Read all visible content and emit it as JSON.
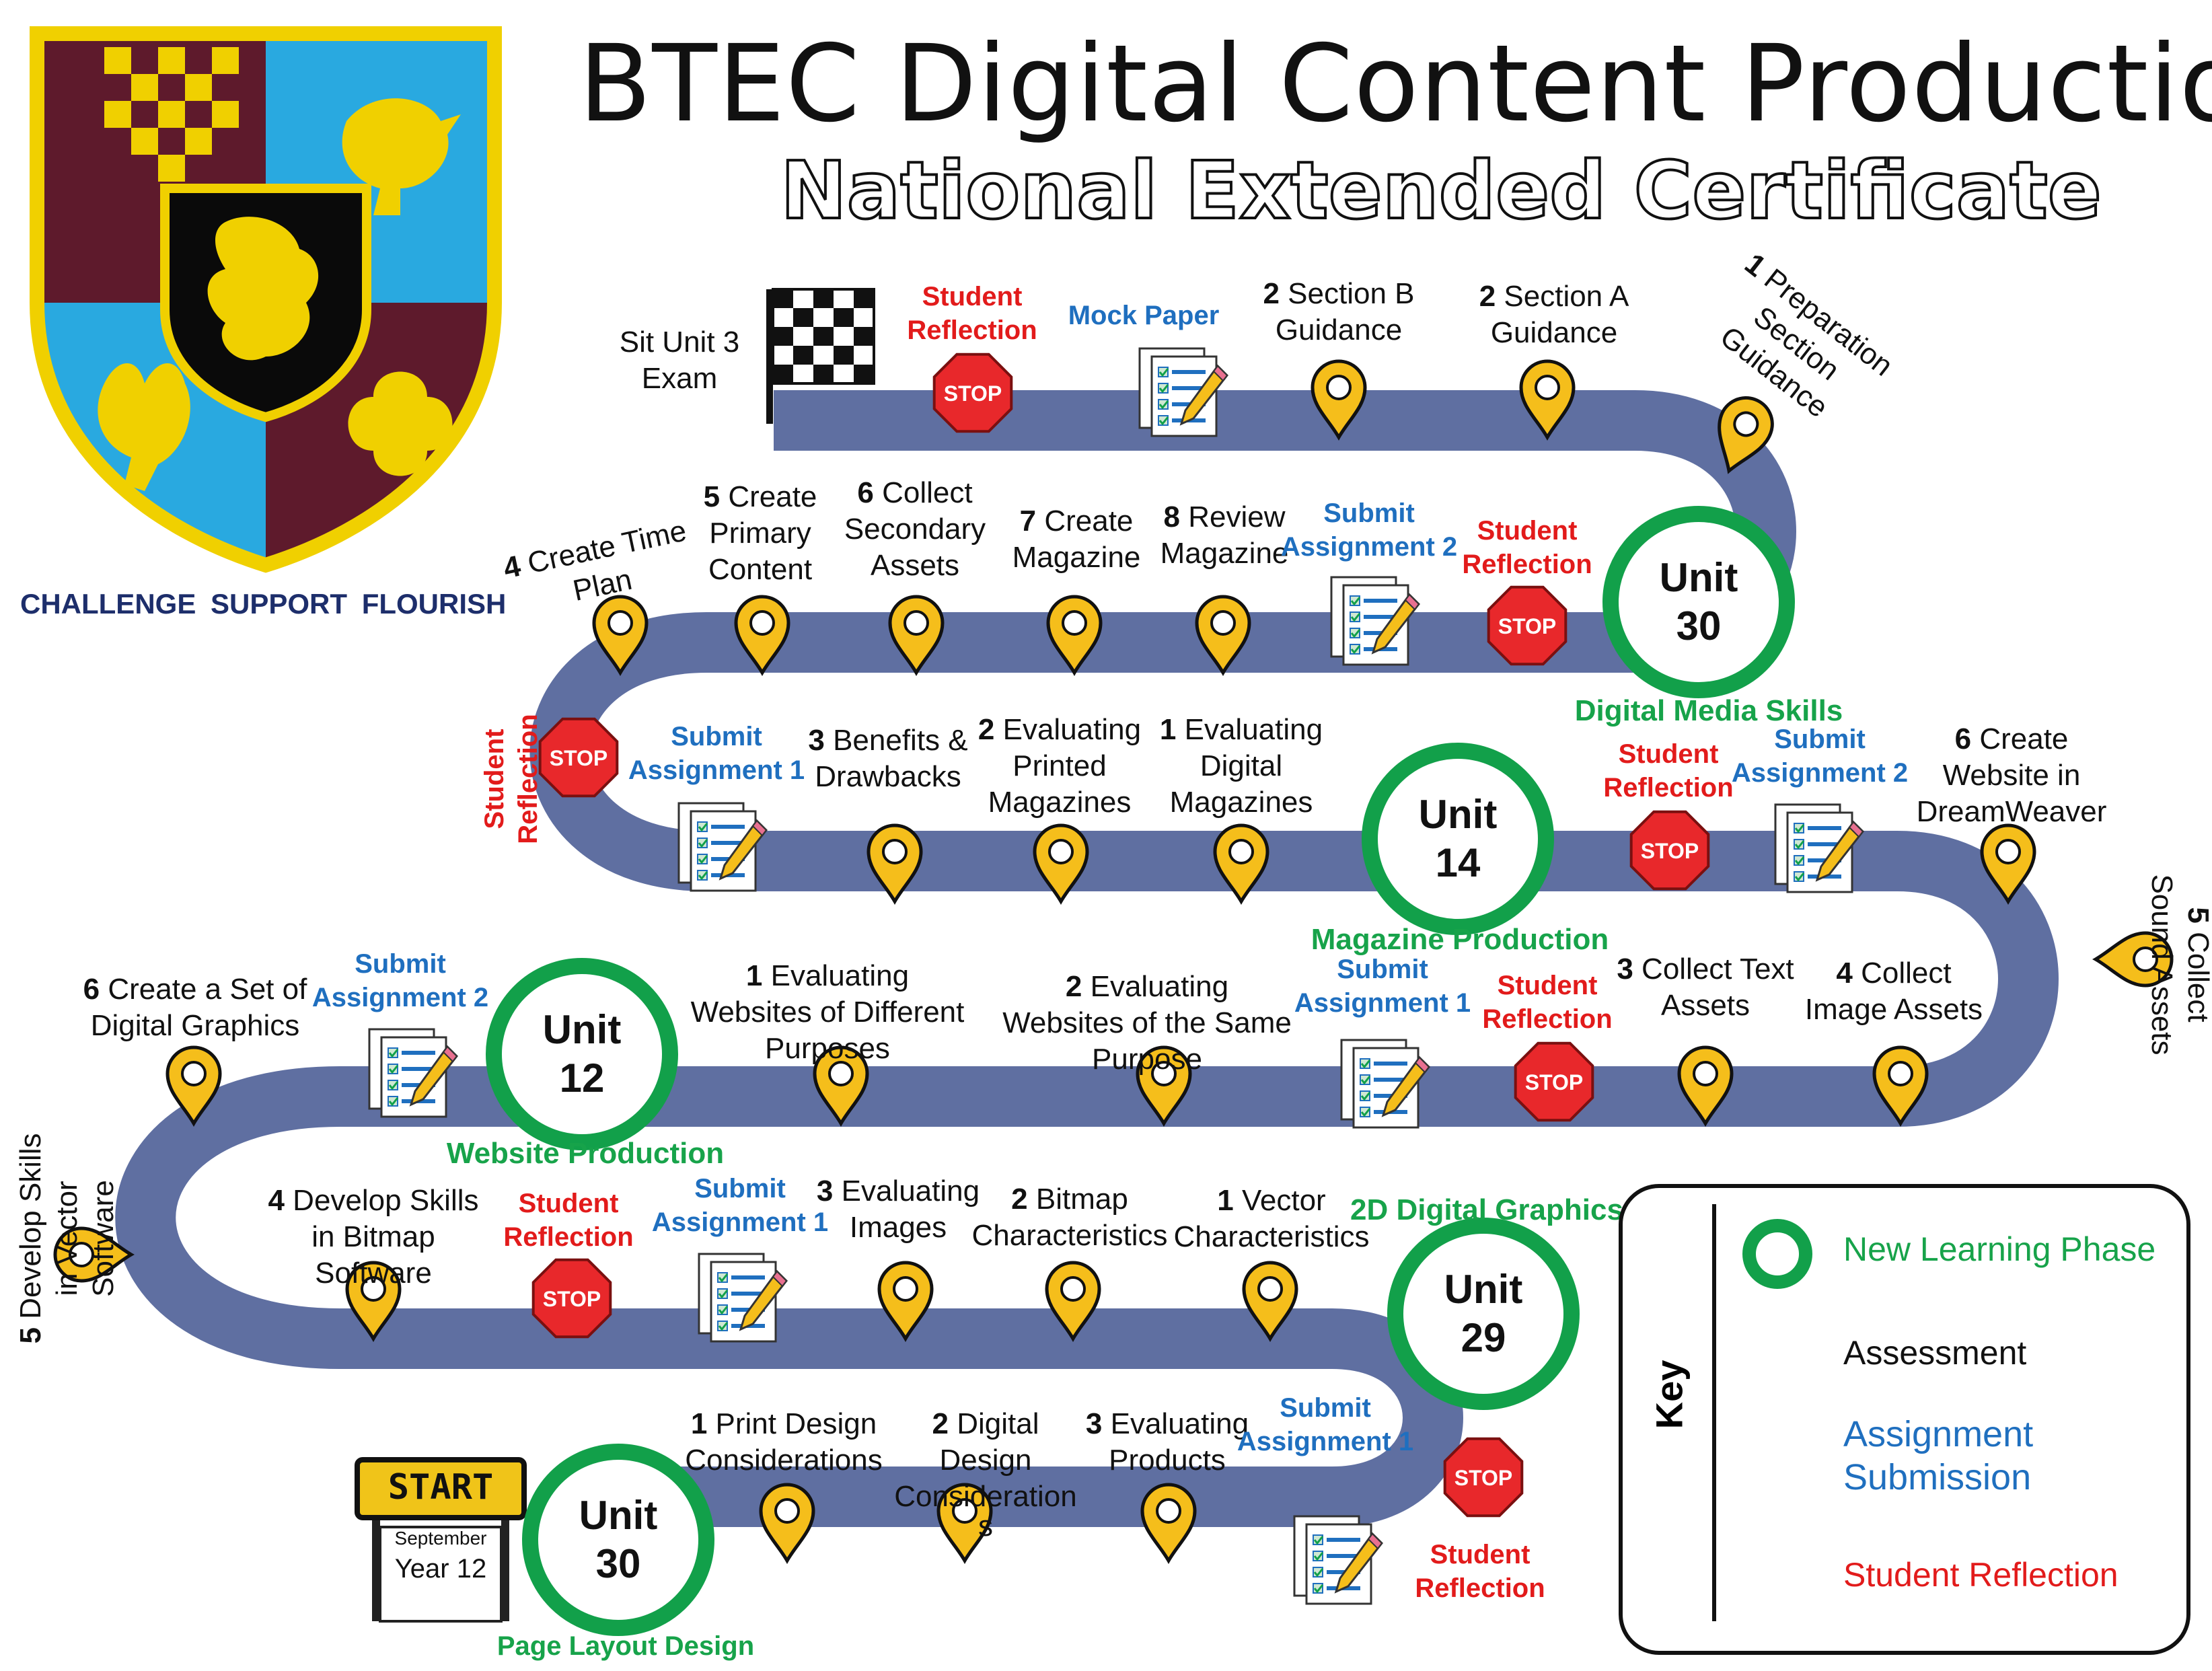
{
  "title": "BTEC Digital Content Production",
  "subtitle": "National Extended Certificate",
  "motto": "CHALLENGE  SUPPORT  FLOURISH",
  "colors": {
    "road": "#5f6fa1",
    "road_edge": "#ffffff",
    "unit_ring": "#12a04a",
    "reflection": "#e21b1b",
    "submission": "#1f6fbf",
    "pin": "#f5be1b",
    "stop": "#e8282b"
  },
  "icons": [
    "shield-crest-icon",
    "checkered-flag-icon",
    "map-pin-icon",
    "stop-sign-icon",
    "checklist-pencil-icon",
    "start-sign-icon"
  ],
  "start": {
    "sign": "START",
    "month": "September",
    "year": "Year 12"
  },
  "finish": {
    "line1": "Sit Unit 3",
    "line2": "Exam"
  },
  "units": {
    "u30a": {
      "label": "Unit",
      "num": "30",
      "name": "Page Layout Design"
    },
    "u29": {
      "label": "Unit",
      "num": "29",
      "name": "2D Digital Graphics"
    },
    "u12": {
      "label": "Unit",
      "num": "12",
      "name": "Website Production"
    },
    "u14": {
      "label": "Unit",
      "num": "14",
      "name": "Magazine Production"
    },
    "u30b": {
      "label": "Unit",
      "num": "30",
      "name": "Digital Media Skills"
    }
  },
  "row1": {
    "t1": {
      "n": "1",
      "text1": " Print Design",
      "text2": "Considerations"
    },
    "t2": {
      "n": "2",
      "text1": " Digital",
      "text2": "Design",
      "text3": "Consideration",
      "text4": "s"
    },
    "t3": {
      "n": "3",
      "text1": " Evaluating",
      "text2": "Products"
    },
    "sub": {
      "l1": "Submit",
      "l2": "Assignment 1"
    },
    "refl": {
      "l1": "Student",
      "l2": "Reflection"
    }
  },
  "row2": {
    "t1": {
      "n": "1",
      "text1": " Vector",
      "text2": "Characteristics"
    },
    "t2": {
      "n": "2",
      "text1": " Bitmap",
      "text2": "Characteristics"
    },
    "t3": {
      "n": "3",
      "text1": " Evaluating",
      "text2": "Images"
    },
    "sub": {
      "l1": "Submit",
      "l2": "Assignment 1"
    },
    "refl": {
      "l1": "Student",
      "l2": "Reflection"
    },
    "t4": {
      "n": "4",
      "text1": " Develop Skills",
      "text2": "in Bitmap",
      "text3": "Software"
    },
    "t5": {
      "n": "5",
      "text1": " Develop Skills",
      "text2": "in Vector",
      "text3": "Software"
    }
  },
  "row3": {
    "t6": {
      "n": "6",
      "text1": " Create a Set of",
      "text2": "Digital Graphics"
    },
    "sub2": {
      "l1": "Submit",
      "l2": "Assignment 2"
    },
    "t1": {
      "n": "1",
      "text1": " Evaluating",
      "text2": "Websites of Different",
      "text3": "Purposes"
    },
    "t2": {
      "n": "2",
      "text1": " Evaluating",
      "text2": "Websites of the Same",
      "text3": "Purpose"
    },
    "sub1": {
      "l1": "Submit",
      "l2": "Assignment 1"
    },
    "refl": {
      "l1": "Student",
      "l2": "Reflection"
    },
    "t3": {
      "n": "3",
      "text1": " Collect Text",
      "text2": "Assets"
    },
    "t4": {
      "n": "4",
      "text1": " Collect",
      "text2": "Image Assets"
    },
    "t5": {
      "n": "5",
      "text1": " Collect",
      "text2": "Sound Assets"
    }
  },
  "row4": {
    "t6": {
      "n": "6",
      "text1": " Create",
      "text2": "Website in",
      "text3": "DreamWeaver"
    },
    "sub2": {
      "l1": "Submit",
      "l2": "Assignment 2"
    },
    "refl": {
      "l1": "Student",
      "l2": "Reflection"
    },
    "t1": {
      "n": "1",
      "text1": " Evaluating",
      "text2": "Digital",
      "text3": "Magazines"
    },
    "t2": {
      "n": "2",
      "text1": " Evaluating",
      "text2": "Printed",
      "text3": "Magazines"
    },
    "t3": {
      "n": "3",
      "text1": " Benefits &",
      "text2": "Drawbacks"
    },
    "sub1": {
      "l1": "Submit",
      "l2": "Assignment 1"
    },
    "refl_side": {
      "l1": "Student",
      "l2": "Reflection"
    }
  },
  "row5": {
    "t4": {
      "n": "4",
      "text1": " Create Time",
      "text2": "Plan"
    },
    "t5": {
      "n": "5",
      "text1": " Create",
      "text2": "Primary",
      "text3": "Content"
    },
    "t6": {
      "n": "6",
      "text1": " Collect",
      "text2": "Secondary",
      "text3": "Assets"
    },
    "t7": {
      "n": "7",
      "text1": " Create",
      "text2": "Magazine"
    },
    "t8": {
      "n": "8",
      "text1": " Review",
      "text2": "Magazine"
    },
    "sub2": {
      "l1": "Submit",
      "l2": "Assignment 2"
    },
    "refl": {
      "l1": "Student",
      "l2": "Reflection"
    }
  },
  "row6": {
    "t1": {
      "n": "1",
      "text1": " Preparation",
      "text2": "Section",
      "text3": "Guidance"
    },
    "t2": {
      "n": "2",
      "text1": " Section A",
      "text2": "Guidance"
    },
    "t3": {
      "n": "2",
      "text1": " Section B",
      "text2": "Guidance"
    },
    "mock": "Mock Paper",
    "refl": {
      "l1": "Student",
      "l2": "Reflection"
    }
  },
  "stop_text": "STOP",
  "key": {
    "title": "Key",
    "phase": "New Learning Phase",
    "assessment": "Assessment",
    "submission1": "Assignment",
    "submission2": "Submission",
    "reflection": "Student Reflection"
  }
}
